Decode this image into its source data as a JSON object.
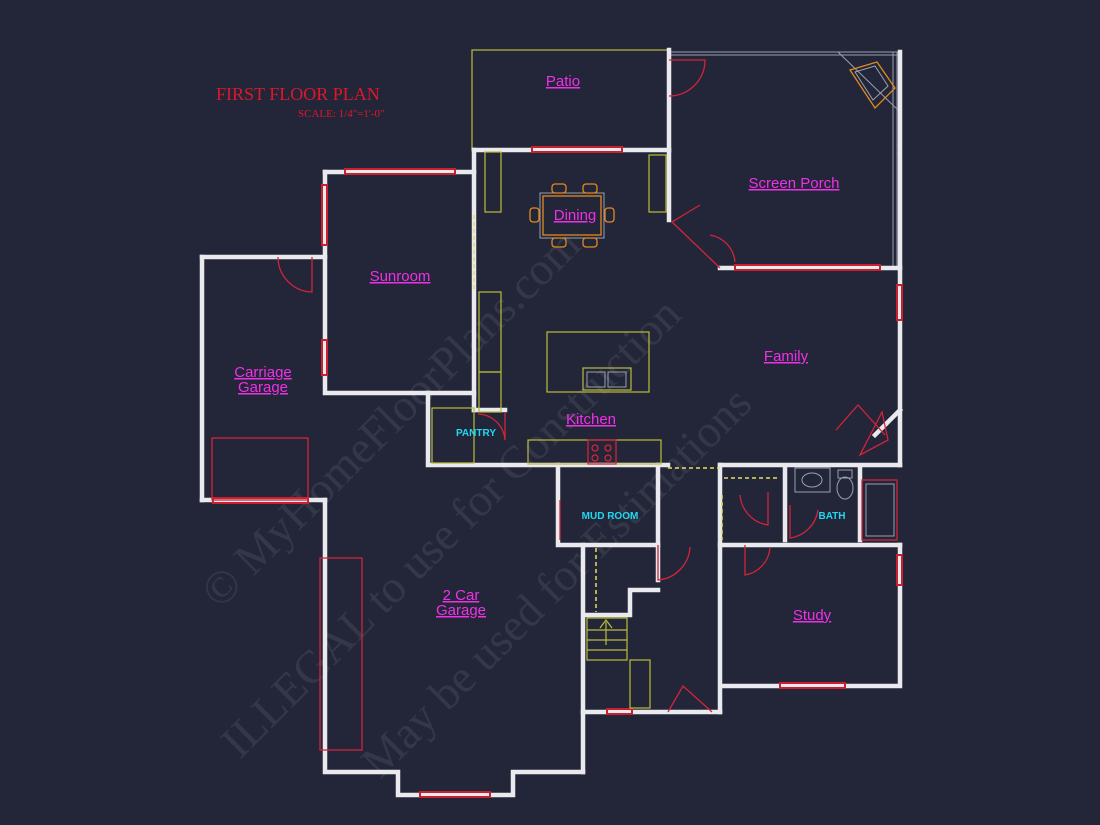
{
  "title": "FIRST FLOOR PLAN",
  "scale": "SCALE: 1/4\"=1'-0\"",
  "rooms": {
    "patio": "Patio",
    "screen_porch": "Screen Porch",
    "dining": "Dining",
    "sunroom": "Sunroom",
    "carriage_line1": "Carriage",
    "carriage_line2": "Garage",
    "family": "Family",
    "kitchen": "Kitchen",
    "pantry": "PANTRY",
    "mud_room": "MUD ROOM",
    "bath": "BATH",
    "garage_line1": "2 Car",
    "garage_line2": "Garage",
    "study": "Study"
  },
  "watermark": {
    "line1": "© MyHomeFloorPlans.com",
    "line2": "ILLEGAL to use for Construction",
    "line3": "May be used for Estimations"
  },
  "colors": {
    "background": "#222638",
    "walls": "#e9e9ee",
    "title": "#e0162b",
    "room_labels": "#f030e6",
    "utility_labels": "#21d8f0",
    "windows": "#c8212d",
    "fixtures": "#bcbc3a"
  }
}
